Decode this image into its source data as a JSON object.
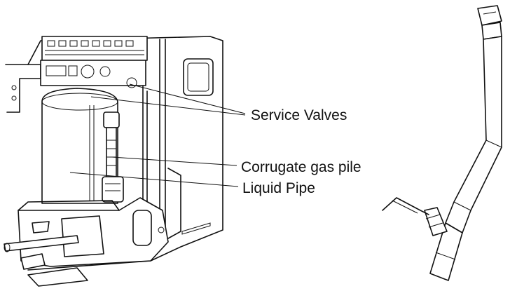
{
  "labels": {
    "service_valves": "Service Valves",
    "corrugate_gas_pipe": "Corrugate gas pile",
    "liquid_pipe": "Liquid Pipe"
  },
  "colors": {
    "line": "#111111",
    "background": "#ffffff"
  }
}
